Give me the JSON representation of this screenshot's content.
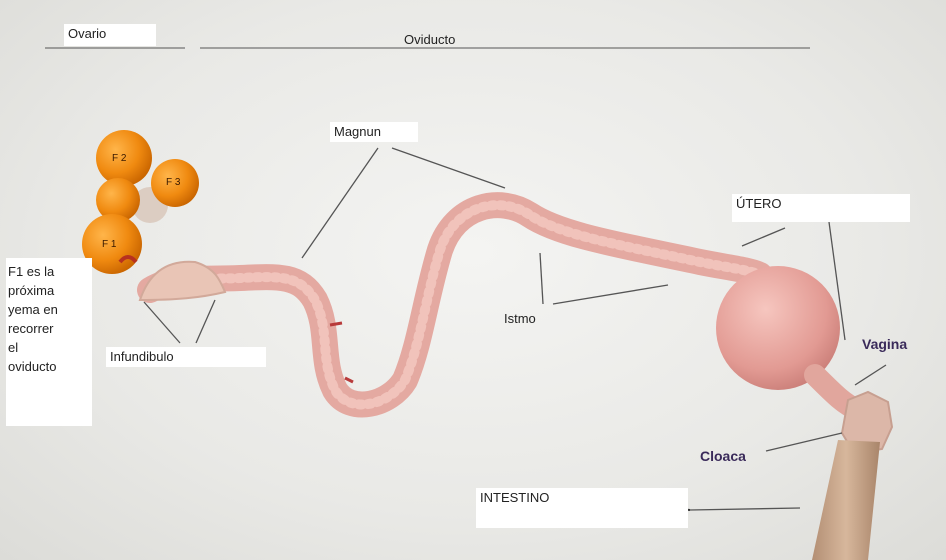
{
  "labels": {
    "ovario": "Ovario",
    "oviducto": "Oviducto",
    "magnun": "Magnun",
    "utero": "ÚTERO",
    "istmo": "Istmo",
    "infundibulo": "Infundibulo",
    "vagina": "Vagina",
    "cloaca": "Cloaca",
    "intestino": "INTESTINO",
    "note": "F1 es la\npróxima\nyema en\nrecorrer\nel\noviducto"
  },
  "follicles": [
    "F 2",
    "F 3",
    "F 1"
  ],
  "colors": {
    "follicle": "#f08a10",
    "oviduct": "#e6a7a0",
    "uterus": "#e8a09a",
    "intestine": "#c9a58a"
  }
}
